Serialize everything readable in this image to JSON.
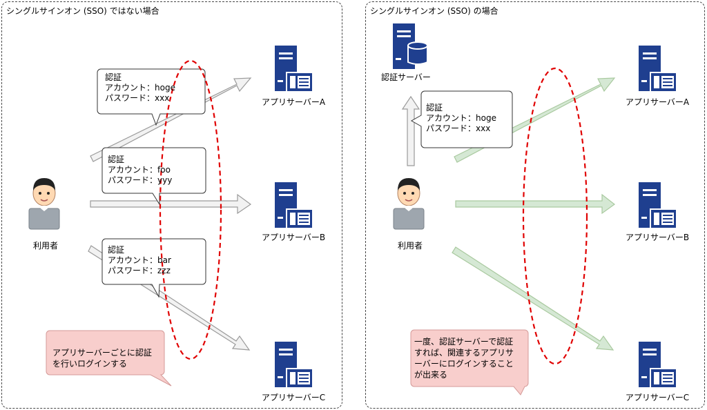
{
  "left_panel": {
    "title": "シングルサインオン (SSO) ではない場合",
    "user_label": "利用者",
    "servers": [
      "アプリサーバーA",
      "アプリサーバーB",
      "アプリサーバーC"
    ],
    "bubbles": [
      {
        "title": "認証",
        "account": "アカウント：hoge",
        "password": "パスワード：xxx"
      },
      {
        "title": "認証",
        "account": "アカウント：foo",
        "password": "パスワード：yyy"
      },
      {
        "title": "認証",
        "account": "アカウント：bar",
        "password": "パスワード：zzz"
      }
    ],
    "note_lines": [
      "アプリサーバーごとに認証",
      "を行いログインする"
    ]
  },
  "right_panel": {
    "title": "シングルサインオン (SSO) の場合",
    "user_label": "利用者",
    "auth_server_label": "認証サーバー",
    "servers": [
      "アプリサーバーA",
      "アプリサーバーB",
      "アプリサーバーC"
    ],
    "bubble": {
      "title": "認証",
      "account": "アカウント：hoge",
      "password": "パスワード：xxx"
    },
    "note_lines": [
      "一度、認証サーバーで認証",
      "すれば、関連するアプリサ",
      "ーバーにログインすること",
      "が出来る"
    ]
  },
  "colors": {
    "server_blue": "#1f3f8f",
    "gray_arrow_fill": "#f2f2f2",
    "gray_arrow_stroke": "#9a9a9a",
    "green_arrow_fill": "#d5e8d4",
    "green_arrow_stroke": "#a9c99f",
    "dashed_ellipse": "#e00000",
    "note_fill": "#f8cecc",
    "note_stroke": "#d49a98"
  }
}
